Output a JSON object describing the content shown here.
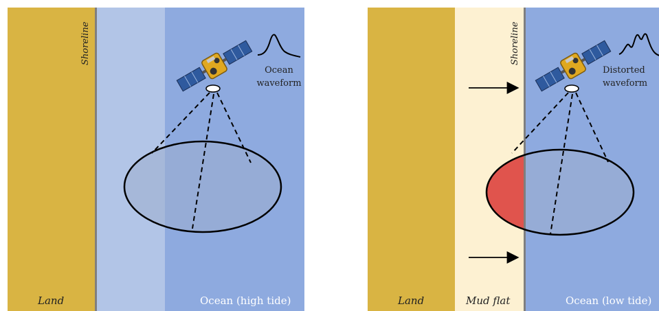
{
  "colors": {
    "land": "#d9b443",
    "shallow_water": "#b2c5e7",
    "ocean": "#8eaadf",
    "mud_flat": "#fdf1d2",
    "shoreline": "#7f7f7f",
    "footprint_fill": "#9cadcd",
    "contaminated": "#e0544d"
  },
  "left_panel": {
    "land_label": "Land",
    "shoreline_label": "Shoreline",
    "ocean_label": "Ocean (high tide)",
    "waveform_caption_line1": "Ocean",
    "waveform_caption_line2": "waveform",
    "satellite_icon": "satellite-icon",
    "waveform_icon": "single-peak-waveform-icon"
  },
  "right_panel": {
    "land_label": "Land",
    "mudflat_label": "Mud flat",
    "shoreline_label": "Shoreline",
    "ocean_label": "Ocean (low tide)",
    "waveform_caption_line1": "Distorted",
    "waveform_caption_line2": "waveform",
    "satellite_icon": "satellite-icon",
    "waveform_icon": "multi-peak-waveform-icon",
    "arrow_icon": "right-arrow-icon"
  }
}
